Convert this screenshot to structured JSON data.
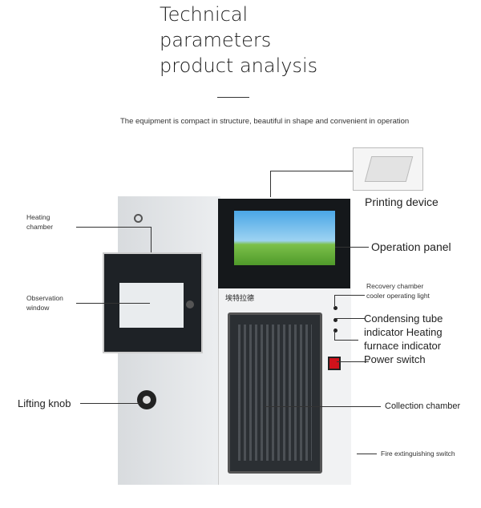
{
  "header": {
    "title_lines": [
      "Technical",
      "parameters",
      "product analysis"
    ],
    "subtitle": "The equipment is compact in structure, beautiful in shape and convenient in operation"
  },
  "device": {
    "brand": "埃特拉德"
  },
  "labels": {
    "heating_chamber": [
      "Heating",
      "chamber"
    ],
    "observation_window": [
      "Observation",
      "window"
    ],
    "lifting_knob": "Lifting knob",
    "printing_device": "Printing device",
    "operation_panel": "Operation panel",
    "recovery_light": [
      "Recovery chamber",
      "cooler operating light"
    ],
    "condensing": [
      "Condensing tube",
      "indicator Heating",
      "furnace indicator"
    ],
    "power_switch": "Power switch",
    "collection_chamber": "Collection chamber",
    "fire_switch": "Fire extinguishing switch"
  },
  "colors": {
    "switch": "#d0121b",
    "body": "#e4e6e8",
    "door": "#1e2226"
  }
}
